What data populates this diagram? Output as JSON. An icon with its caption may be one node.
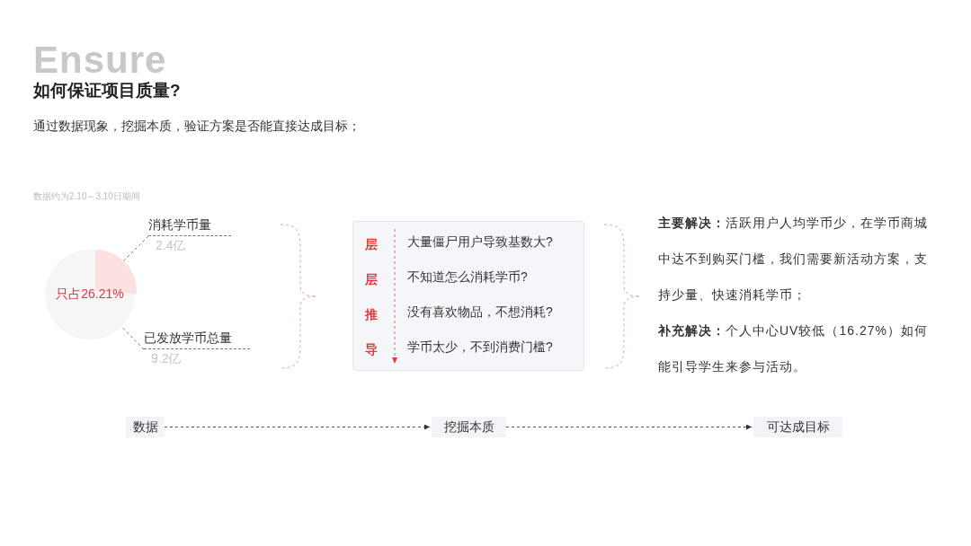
{
  "diagram": {
    "title": "如何保证项目质量?",
    "caption": "通过数据现象，挖掘本质，验证方案是否能直接达成目标；",
    "nodes": [
      {
        "text": [
          "只占26.21%"
        ]
      },
      {
        "text": [
          "消耗学币量"
        ],
        "beside": [
          "2.4亿"
        ]
      },
      {
        "text": [
          "已发放学币总量"
        ],
        "beside": [
          "9.2亿"
        ]
      },
      {
        "text": [
          "层层推导",
          "大量僵尸用户导致基数大?",
          "不知道怎么消耗学币?",
          "没有喜欢物品，不想消耗?",
          "学币太少，不到消费门槛?"
        ]
      },
      {
        "text": [
          "数据"
        ]
      },
      {
        "text": [
          "挖掘本质"
        ]
      },
      {
        "text": [
          "可达成目标"
        ]
      }
    ],
    "edges": [
      {
        "from": 1,
        "to": 0,
        "arrow": "none",
        "style": "dashed"
      },
      {
        "from": 2,
        "to": 0,
        "arrow": "none",
        "style": "dashed"
      },
      {
        "from": 4,
        "to": 5,
        "arrow": "to",
        "style": "dashed"
      },
      {
        "from": 5,
        "to": 6,
        "arrow": "to",
        "style": "dashed"
      }
    ],
    "labels": [
      "Ensure",
      "数据约为2.10～3.10日期间",
      "**主要解决：**活跃用户人均学币少，在学币商城中达不到购买门槛，我们需要新活动方案，支持少量、快速消耗学币；",
      "**补充解决：**个人中心UV较低（16.27%）如何能引导学生来参与活动。"
    ]
  }
}
